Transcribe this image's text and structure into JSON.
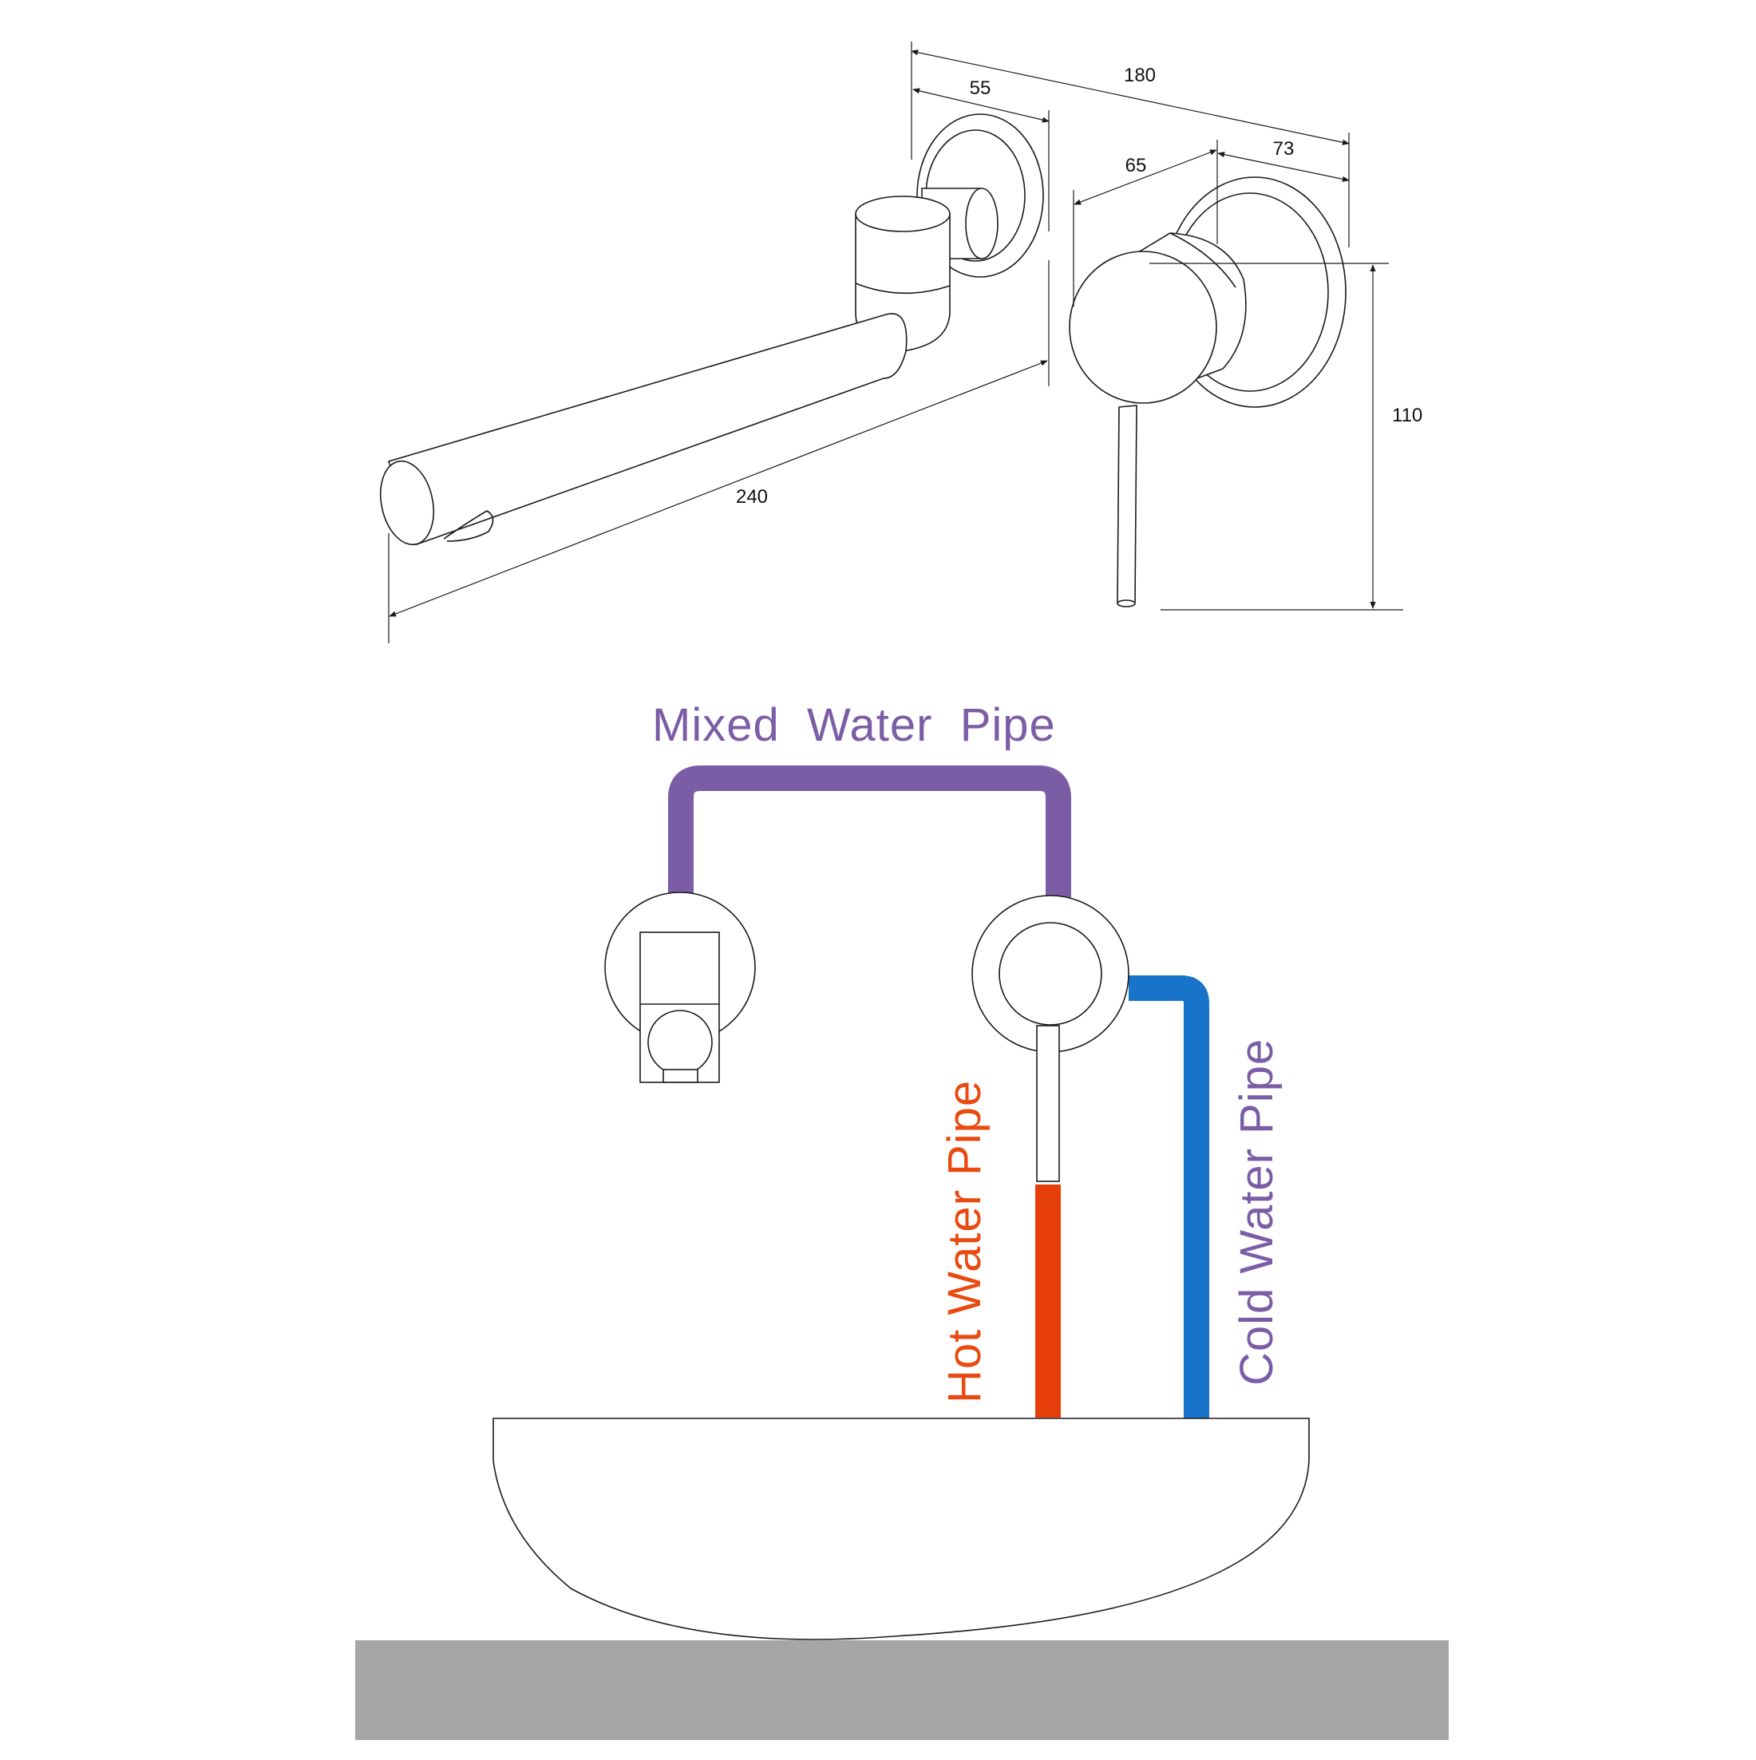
{
  "drawing": {
    "dimensions": {
      "overall_width": "180",
      "spout_escutcheon_depth": "55",
      "mixer_body_depth": "65",
      "mixer_escutcheon_depth": "73",
      "mixer_height": "110",
      "spout_length": "240"
    }
  },
  "schematic": {
    "labels": {
      "mixed": "Mixed  Water  Pipe",
      "hot": "Hot Water Pipe",
      "cold": "Cold Water Pipe"
    },
    "colors": {
      "mixed_pipe": "#7b5da6",
      "mixed_text": "#7b5da6",
      "hot_pipe": "#e53e0a",
      "hot_text": "#e84a10",
      "cold_pipe": "#1774c9",
      "cold_text": "#7b5da6",
      "counter": "#a6a6a6"
    }
  }
}
